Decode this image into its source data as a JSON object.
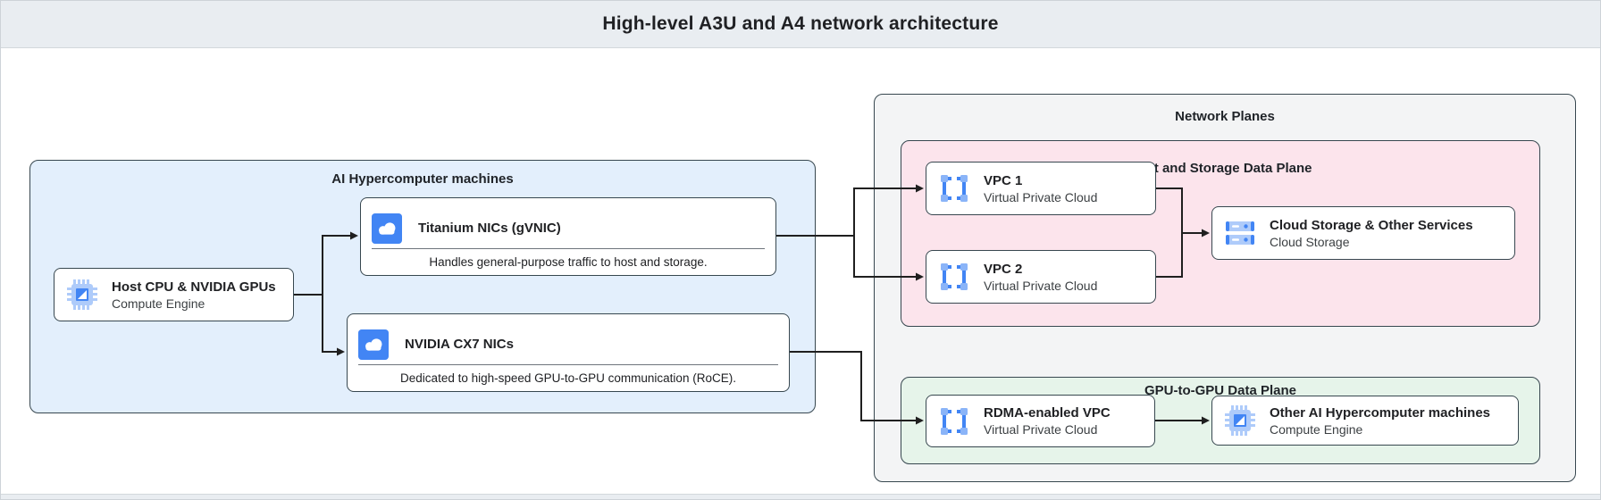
{
  "header": {
    "title": "High-level A3U and A4 network architecture"
  },
  "containers": {
    "ai_hypercomputer": {
      "label": "AI Hypercomputer machines"
    },
    "network_planes": {
      "label": "Network Planes"
    },
    "host_storage_plane": {
      "label": "Host and Storage Data Plane"
    },
    "gpu_plane": {
      "label": "GPU-to-GPU Data Plane"
    }
  },
  "nodes": {
    "host_cpu": {
      "title": "Host CPU & NVIDIA GPUs",
      "subtitle": "Compute Engine",
      "icon": "compute-engine-icon"
    },
    "titanium_nics": {
      "title": "Titanium NICs (gVNIC)",
      "caption": "Handles general-purpose traffic to host and storage.",
      "icon": "cloud-nic-icon"
    },
    "nvidia_cx7_nics": {
      "title": "NVIDIA CX7 NICs",
      "caption": "Dedicated to high-speed GPU-to-GPU communication (RoCE).",
      "icon": "cloud-nic-icon"
    },
    "vpc_1": {
      "title": "VPC 1",
      "subtitle": "Virtual Private Cloud",
      "icon": "vpc-icon"
    },
    "vpc_2": {
      "title": "VPC 2",
      "subtitle": "Virtual Private Cloud",
      "icon": "vpc-icon"
    },
    "cloud_storage": {
      "title": "Cloud Storage & Other Services",
      "subtitle": "Cloud Storage",
      "icon": "cloud-storage-icon"
    },
    "rdma_vpc": {
      "title": "RDMA-enabled VPC",
      "subtitle": "Virtual Private Cloud",
      "icon": "vpc-icon"
    },
    "other_machines": {
      "title": "Other AI Hypercomputer machines",
      "subtitle": "Compute Engine",
      "icon": "compute-engine-icon"
    }
  },
  "colors": {
    "accent_blue": "#4285f4",
    "accent_blue_light": "#aecbfa",
    "container_blue_bg": "#e3effc",
    "container_pink_bg": "#fce4ec",
    "container_green_bg": "#e6f4ea",
    "container_gray_bg": "#f3f4f5",
    "header_bg": "#e9edf1",
    "border_dark": "#37474f",
    "connector": "#1f1f1f"
  }
}
